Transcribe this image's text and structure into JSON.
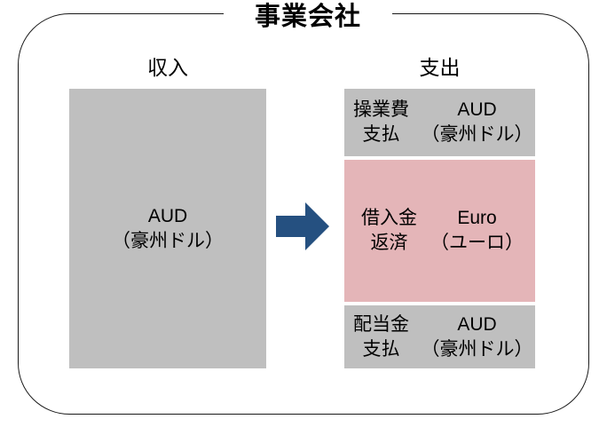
{
  "frame": {
    "title": "事業会社"
  },
  "columns": {
    "income_heading": "収入",
    "expense_heading": "支出"
  },
  "income": {
    "currency_code": "AUD",
    "currency_name": "（豪州ドル）"
  },
  "expenses": [
    {
      "id": "operating",
      "label_line1": "操業費",
      "label_line2": "支払",
      "currency_code": "AUD",
      "currency_name": "（豪州ドル）",
      "fill": "#bfbfbf"
    },
    {
      "id": "loan-repayment",
      "label_line1": "借入金",
      "label_line2": "返済",
      "currency_code": "Euro",
      "currency_name": "（ユーロ）",
      "fill": "#e4b5b8"
    },
    {
      "id": "dividend",
      "label_line1": "配当金",
      "label_line2": "支払",
      "currency_code": "AUD",
      "currency_name": "（豪州ドル）",
      "fill": "#bfbfbf"
    }
  ],
  "arrow": {
    "name": "flow-arrow-right",
    "color": "#255080"
  },
  "colors": {
    "box_gray": "#bfbfbf",
    "box_pink": "#e4b5b8",
    "arrow_blue": "#255080",
    "frame_line": "#1a1a1a",
    "background": "#ffffff"
  }
}
